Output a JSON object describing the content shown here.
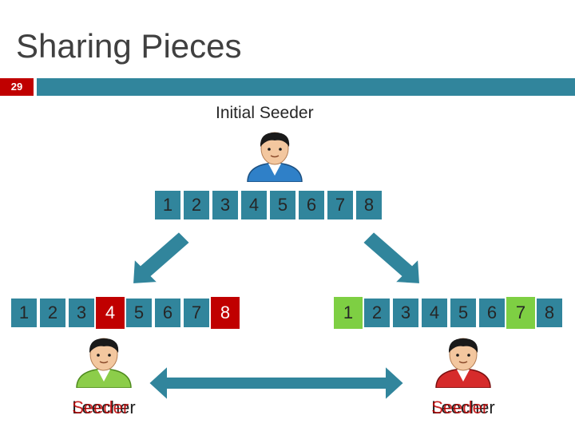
{
  "slide": {
    "title": "Sharing Pieces",
    "number": "29"
  },
  "initial_seeder": {
    "label": "Initial Seeder",
    "pieces": [
      "1",
      "2",
      "3",
      "4",
      "5",
      "6",
      "7",
      "8"
    ]
  },
  "left_peer": {
    "pieces": [
      "1",
      "2",
      "3",
      "4",
      "5",
      "6",
      "7",
      "8"
    ],
    "label_a": "Leecher",
    "label_b": "Seeder"
  },
  "right_peer": {
    "pieces": [
      "1",
      "2",
      "3",
      "4",
      "5",
      "6",
      "7",
      "8"
    ],
    "label_a": "Leecher",
    "label_b": "Seeder"
  },
  "colors": {
    "accent": "#31859c",
    "slide_number_bg": "#c00000",
    "piece_red": "#c00000",
    "piece_green": "#7ecf43"
  },
  "icons": {
    "person": "person-icon",
    "arrow_down_left": "arrow-down-left-icon",
    "arrow_down_right": "arrow-down-right-icon",
    "arrow_both": "double-arrow-icon"
  }
}
